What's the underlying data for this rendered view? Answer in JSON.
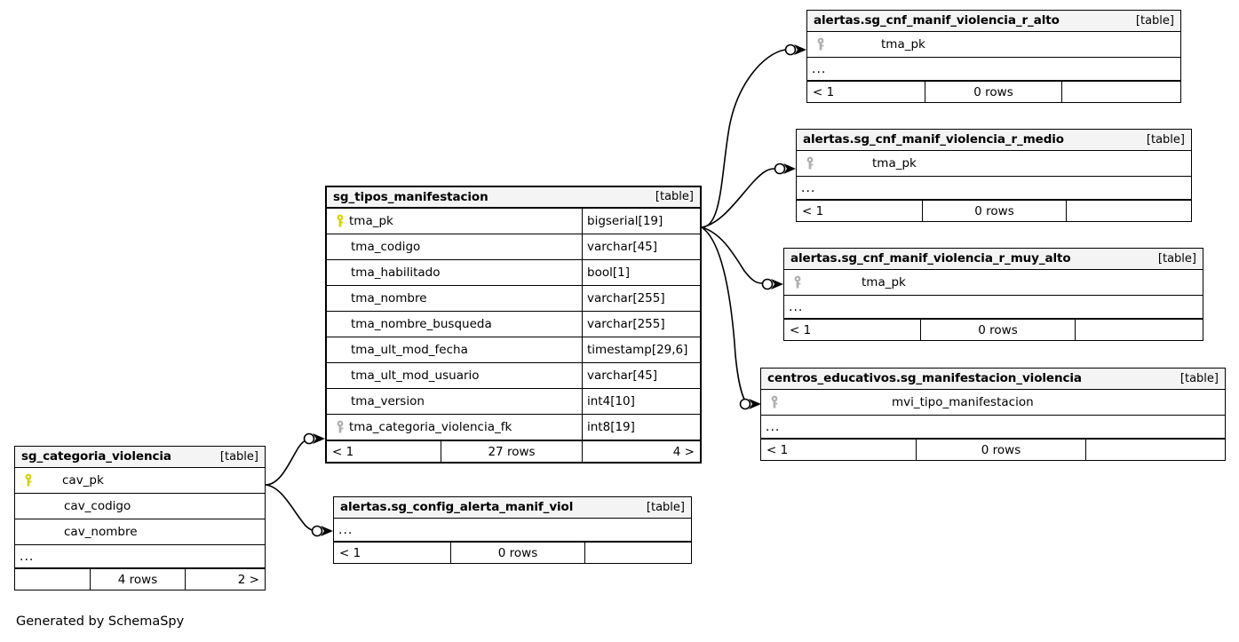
{
  "diagram": {
    "caption": "Generated by SchemaSpy",
    "table_tag": "[table]",
    "ellipsis": "...",
    "pk_icon": "key-icon-primary",
    "fk_icon": "key-icon-foreign",
    "colors": {
      "pk_key": "#d4d400",
      "fk_key": "#b0b0b0",
      "header_bg": "#f4f4f4",
      "border": "#000000",
      "background": "#ffffff"
    }
  },
  "tables": [
    {
      "id": "sg_tipos_manifestacion",
      "name": "sg_tipos_manifestacion",
      "tag": "[table]",
      "columns": [
        {
          "name": "tma_pk",
          "type": "bigserial[19]",
          "key": "pk"
        },
        {
          "name": "tma_codigo",
          "type": "varchar[45]",
          "key": "none"
        },
        {
          "name": "tma_habilitado",
          "type": "bool[1]",
          "key": "none"
        },
        {
          "name": "tma_nombre",
          "type": "varchar[255]",
          "key": "none"
        },
        {
          "name": "tma_nombre_busqueda",
          "type": "varchar[255]",
          "key": "none"
        },
        {
          "name": "tma_ult_mod_fecha",
          "type": "timestamp[29,6]",
          "key": "none"
        },
        {
          "name": "tma_ult_mod_usuario",
          "type": "varchar[45]",
          "key": "none"
        },
        {
          "name": "tma_version",
          "type": "int4[10]",
          "key": "none"
        },
        {
          "name": "tma_categoria_violencia_fk",
          "type": "int8[19]",
          "key": "fk"
        }
      ],
      "footer": {
        "left": "< 1",
        "center": "27 rows",
        "right": "4 >"
      }
    },
    {
      "id": "alertas_sg_cnf_manif_violencia_r_alto",
      "name": "alertas.sg_cnf_manif_violencia_r_alto",
      "tag": "[table]",
      "columns": [
        {
          "name": "tma_pk",
          "type": "",
          "key": "fk"
        }
      ],
      "has_ellipsis_row": true,
      "footer": {
        "left": "< 1",
        "center": "0 rows",
        "right": ""
      }
    },
    {
      "id": "alertas_sg_cnf_manif_violencia_r_medio",
      "name": "alertas.sg_cnf_manif_violencia_r_medio",
      "tag": "[table]",
      "columns": [
        {
          "name": "tma_pk",
          "type": "",
          "key": "fk"
        }
      ],
      "has_ellipsis_row": true,
      "footer": {
        "left": "< 1",
        "center": "0 rows",
        "right": ""
      }
    },
    {
      "id": "alertas_sg_cnf_manif_violencia_r_muy_alto",
      "name": "alertas.sg_cnf_manif_violencia_r_muy_alto",
      "tag": "[table]",
      "columns": [
        {
          "name": "tma_pk",
          "type": "",
          "key": "fk"
        }
      ],
      "has_ellipsis_row": true,
      "footer": {
        "left": "< 1",
        "center": "0 rows",
        "right": ""
      }
    },
    {
      "id": "centros_educativos_sg_manifestacion_violencia",
      "name": "centros_educativos.sg_manifestacion_violencia",
      "tag": "[table]",
      "columns": [
        {
          "name": "mvi_tipo_manifestacion",
          "type": "",
          "key": "fk"
        }
      ],
      "has_ellipsis_row": true,
      "footer": {
        "left": "< 1",
        "center": "0 rows",
        "right": ""
      }
    },
    {
      "id": "sg_categoria_violencia",
      "name": "sg_categoria_violencia",
      "tag": "[table]",
      "columns": [
        {
          "name": "cav_pk",
          "type": "",
          "key": "pk"
        },
        {
          "name": "cav_codigo",
          "type": "",
          "key": "none"
        },
        {
          "name": "cav_nombre",
          "type": "",
          "key": "none"
        }
      ],
      "has_ellipsis_row": true,
      "footer": {
        "left": "",
        "center": "4 rows",
        "right": "2 >"
      }
    },
    {
      "id": "alertas_sg_config_alerta_manif_viol",
      "name": "alertas.sg_config_alerta_manif_viol",
      "tag": "[table]",
      "columns": [],
      "has_ellipsis_row": true,
      "footer": {
        "left": "< 1",
        "center": "0 rows",
        "right": ""
      }
    }
  ],
  "relationships": [
    {
      "from": "sg_tipos_manifestacion.tma_pk",
      "to": "alertas.sg_cnf_manif_violencia_r_alto.tma_pk"
    },
    {
      "from": "sg_tipos_manifestacion.tma_pk",
      "to": "alertas.sg_cnf_manif_violencia_r_medio.tma_pk"
    },
    {
      "from": "sg_tipos_manifestacion.tma_pk",
      "to": "alertas.sg_cnf_manif_violencia_r_muy_alto.tma_pk"
    },
    {
      "from": "sg_tipos_manifestacion.tma_pk",
      "to": "centros_educativos.sg_manifestacion_violencia.mvi_tipo_manifestacion"
    },
    {
      "from": "sg_categoria_violencia.cav_pk",
      "to": "sg_tipos_manifestacion.tma_categoria_violencia_fk"
    },
    {
      "from": "sg_categoria_violencia.cav_pk",
      "to": "alertas.sg_config_alerta_manif_viol"
    }
  ]
}
